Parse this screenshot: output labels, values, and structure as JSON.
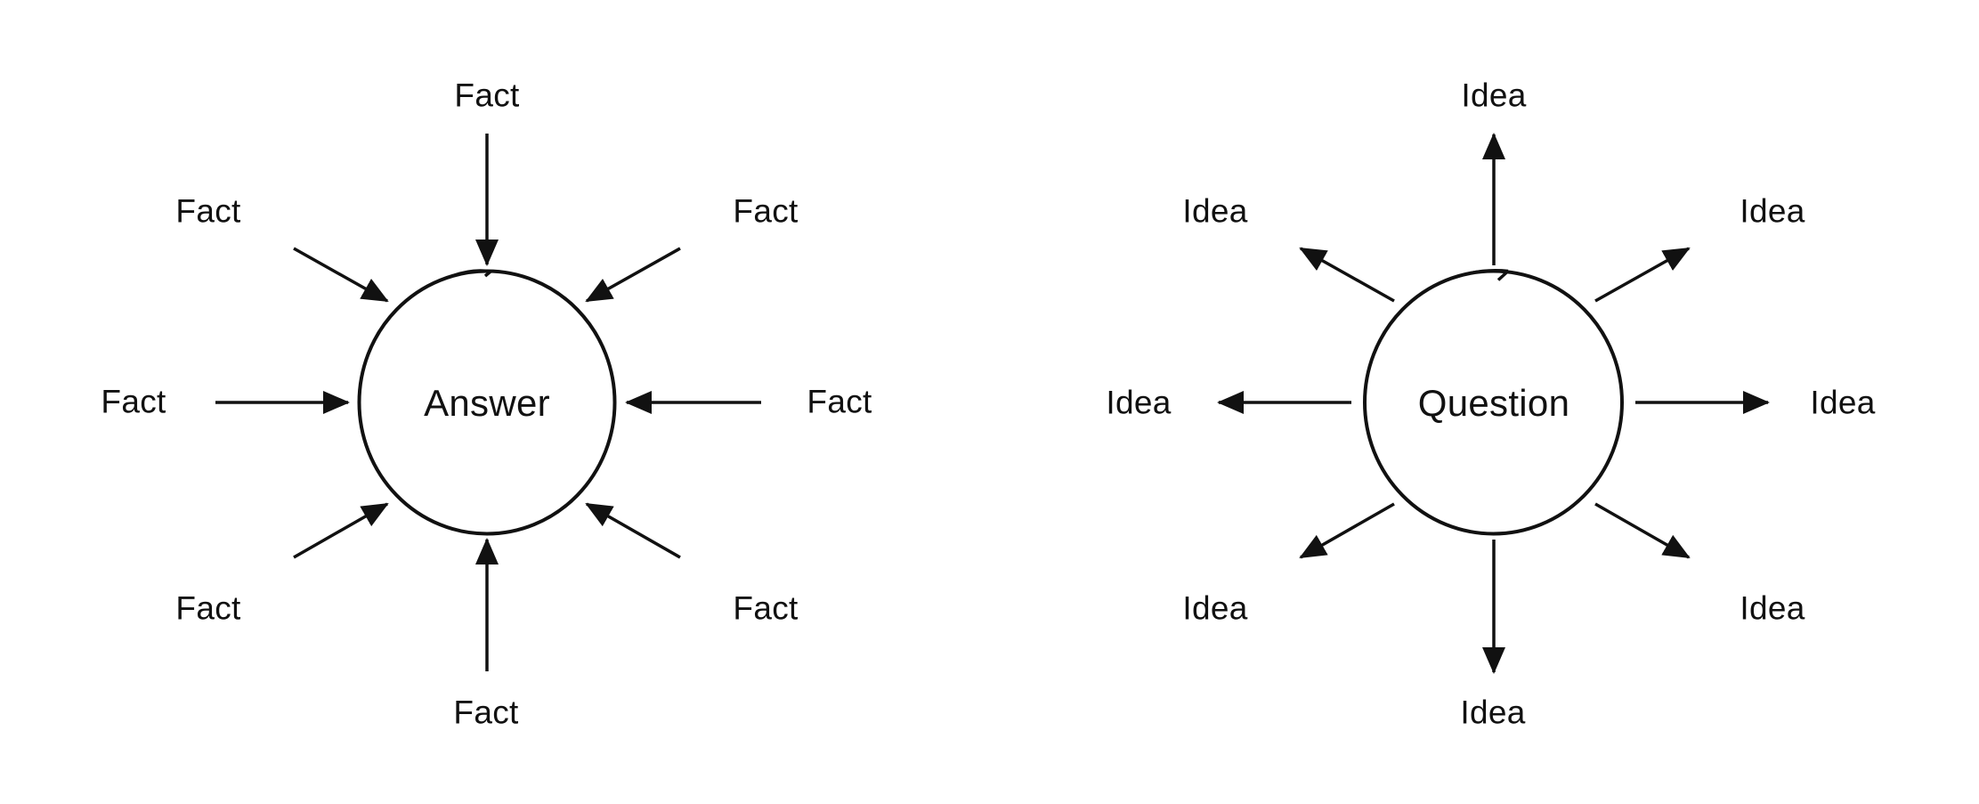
{
  "canvas": {
    "background": "#ffffff",
    "ink_color": "#111111"
  },
  "diagrams": [
    {
      "id": "answer-hub",
      "center_label": "Answer",
      "arrow_direction": "inward",
      "spokes": [
        {
          "position": "top",
          "label": "Fact"
        },
        {
          "position": "upper-left",
          "label": "Fact"
        },
        {
          "position": "upper-right",
          "label": "Fact"
        },
        {
          "position": "left",
          "label": "Fact"
        },
        {
          "position": "right",
          "label": "Fact"
        },
        {
          "position": "lower-left",
          "label": "Fact"
        },
        {
          "position": "lower-right",
          "label": "Fact"
        },
        {
          "position": "bottom",
          "label": "Fact"
        }
      ]
    },
    {
      "id": "question-hub",
      "center_label": "Question",
      "arrow_direction": "outward",
      "spokes": [
        {
          "position": "top",
          "label": "Idea"
        },
        {
          "position": "upper-left",
          "label": "Idea"
        },
        {
          "position": "upper-right",
          "label": "Idea"
        },
        {
          "position": "left",
          "label": "Idea"
        },
        {
          "position": "right",
          "label": "Idea"
        },
        {
          "position": "lower-left",
          "label": "Idea"
        },
        {
          "position": "lower-right",
          "label": "Idea"
        },
        {
          "position": "bottom",
          "label": "Idea"
        }
      ]
    }
  ]
}
